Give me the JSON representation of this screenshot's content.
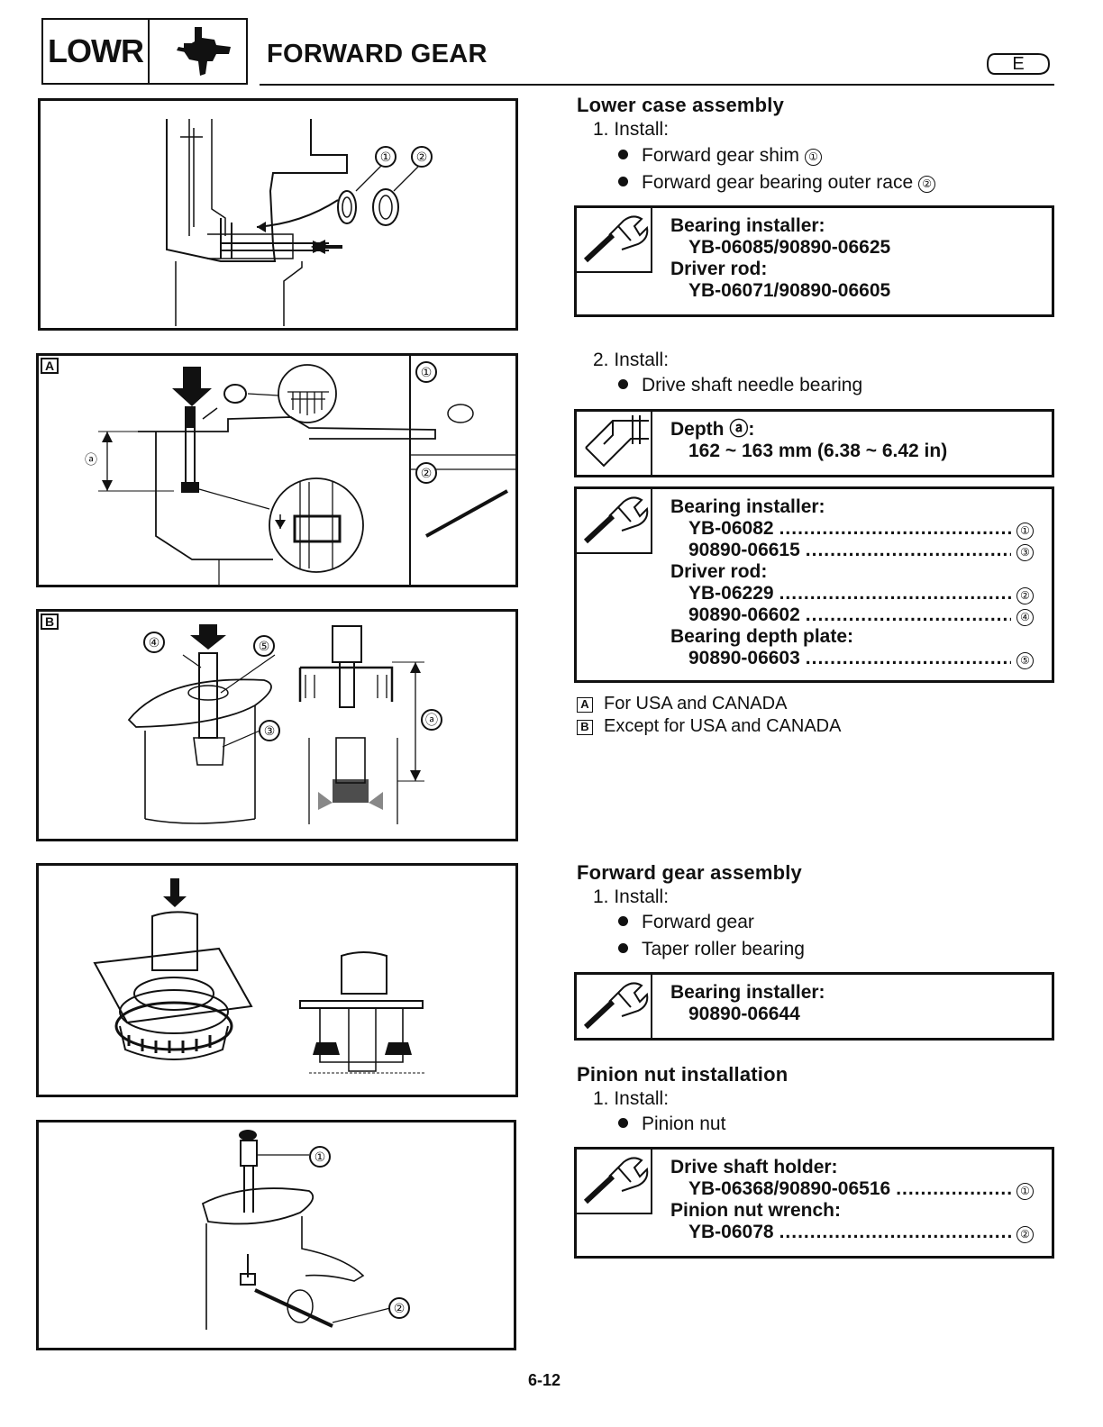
{
  "header": {
    "section_code": "LOWR",
    "title": "FORWARD GEAR",
    "language": "E",
    "section_icon": "lower-unit-icon"
  },
  "figures": {
    "fig1": {
      "callouts": [
        "①",
        "②"
      ]
    },
    "fig2": {
      "tag": "A",
      "dimension_label": "ⓐ",
      "callouts": [
        "①",
        "②"
      ]
    },
    "fig3": {
      "tag": "B",
      "dimension_label": "ⓐ",
      "callouts": [
        "④",
        "⑤",
        "③"
      ]
    },
    "fig5": {
      "callouts": [
        "①",
        "②"
      ]
    }
  },
  "lower_case": {
    "title": "Lower case assembly",
    "step1": {
      "label": "1. Install:",
      "items": [
        {
          "text": "Forward gear shim",
          "ref": "①"
        },
        {
          "text": "Forward gear bearing outer race",
          "ref": "②"
        }
      ],
      "tool_box": {
        "icon": "special-tool-icon",
        "lines": [
          {
            "label": "Bearing installer:",
            "value": "YB-06085/90890-06625"
          },
          {
            "label": "Driver rod:",
            "value": "YB-06071/90890-06605"
          }
        ]
      }
    },
    "step2": {
      "label": "2. Install:",
      "items": [
        {
          "text": "Drive shaft needle bearing"
        }
      ],
      "depth_box": {
        "icon": "caliper-icon",
        "label": "Depth ⓐ:",
        "value": "162 ~ 163 mm (6.38 ~ 6.42 in)"
      },
      "tool_box": {
        "icon": "special-tool-icon",
        "groups": [
          {
            "label": "Bearing installer:",
            "rows": [
              {
                "code": "YB-06082",
                "ref": "①"
              },
              {
                "code": "90890-06615",
                "ref": "③"
              }
            ]
          },
          {
            "label": "Driver rod:",
            "rows": [
              {
                "code": "YB-06229",
                "ref": "②"
              },
              {
                "code": "90890-06602",
                "ref": "④"
              }
            ]
          },
          {
            "label": "Bearing depth plate:",
            "rows": [
              {
                "code": "90890-06603",
                "ref": "⑤"
              }
            ]
          }
        ]
      }
    },
    "legend": [
      {
        "tag": "A",
        "text": "For USA and CANADA"
      },
      {
        "tag": "B",
        "text": "Except for USA and CANADA"
      }
    ]
  },
  "forward_gear": {
    "title": "Forward gear assembly",
    "step1": {
      "label": "1. Install:",
      "items": [
        {
          "text": "Forward gear"
        },
        {
          "text": "Taper roller bearing"
        }
      ],
      "tool_box": {
        "icon": "special-tool-icon",
        "lines": [
          {
            "label": "Bearing installer:",
            "value": "90890-06644"
          }
        ]
      }
    }
  },
  "pinion_nut": {
    "title": "Pinion nut installation",
    "step1": {
      "label": "1. Install:",
      "items": [
        {
          "text": "Pinion nut"
        }
      ],
      "tool_box": {
        "icon": "special-tool-icon",
        "groups": [
          {
            "label": "Drive shaft holder:",
            "rows": [
              {
                "code": "YB-06368/90890-06516",
                "ref": "①"
              }
            ]
          },
          {
            "label": "Pinion nut wrench:",
            "rows": [
              {
                "code": "YB-06078",
                "ref": "②"
              }
            ]
          }
        ]
      }
    }
  },
  "page_number": "6-12"
}
